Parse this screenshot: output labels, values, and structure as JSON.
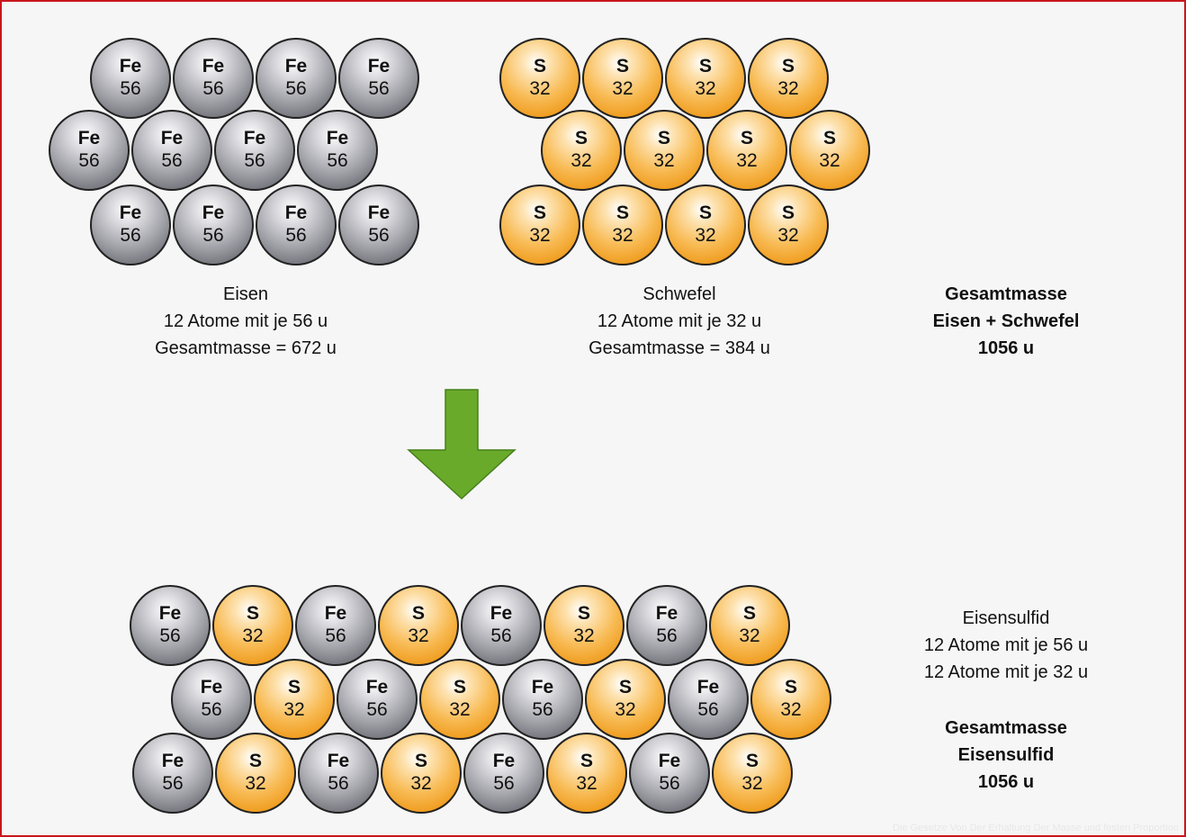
{
  "atoms": {
    "fe": {
      "symbol": "Fe",
      "mass": "56"
    },
    "s": {
      "symbol": "S",
      "mass": "32"
    }
  },
  "colors": {
    "iron": "#9c9ca3",
    "sulfur": "#f5a623",
    "arrow": "#6aaa2a",
    "border": "#c8161d",
    "background": "#f6f6f6"
  },
  "iron_label": {
    "name": "Eisen",
    "atoms_line": "12 Atome mit je 56 u",
    "mass_line": "Gesamtmasse = 672 u"
  },
  "sulfur_label": {
    "name": "Schwefel",
    "atoms_line": "12 Atome mit je 32 u",
    "mass_line": "Gesamtmasse = 384 u"
  },
  "total_before": {
    "line1": "Gesamtmasse",
    "line2": "Eisen + Schwefel",
    "line3": "1056 u"
  },
  "product_label": {
    "name": "Eisensulfid",
    "atoms_fe_line": "12 Atome mit je 56 u",
    "atoms_s_line": "12 Atome mit je 32 u"
  },
  "total_after": {
    "line1": "Gesamtmasse",
    "line2": "Eisensulfid",
    "line3": "1056 u"
  },
  "reaction_arrow_icon": "down-arrow-icon",
  "watermark": "Die Gesetze Von Der Erhaltung Der Masse und festen Proportion"
}
